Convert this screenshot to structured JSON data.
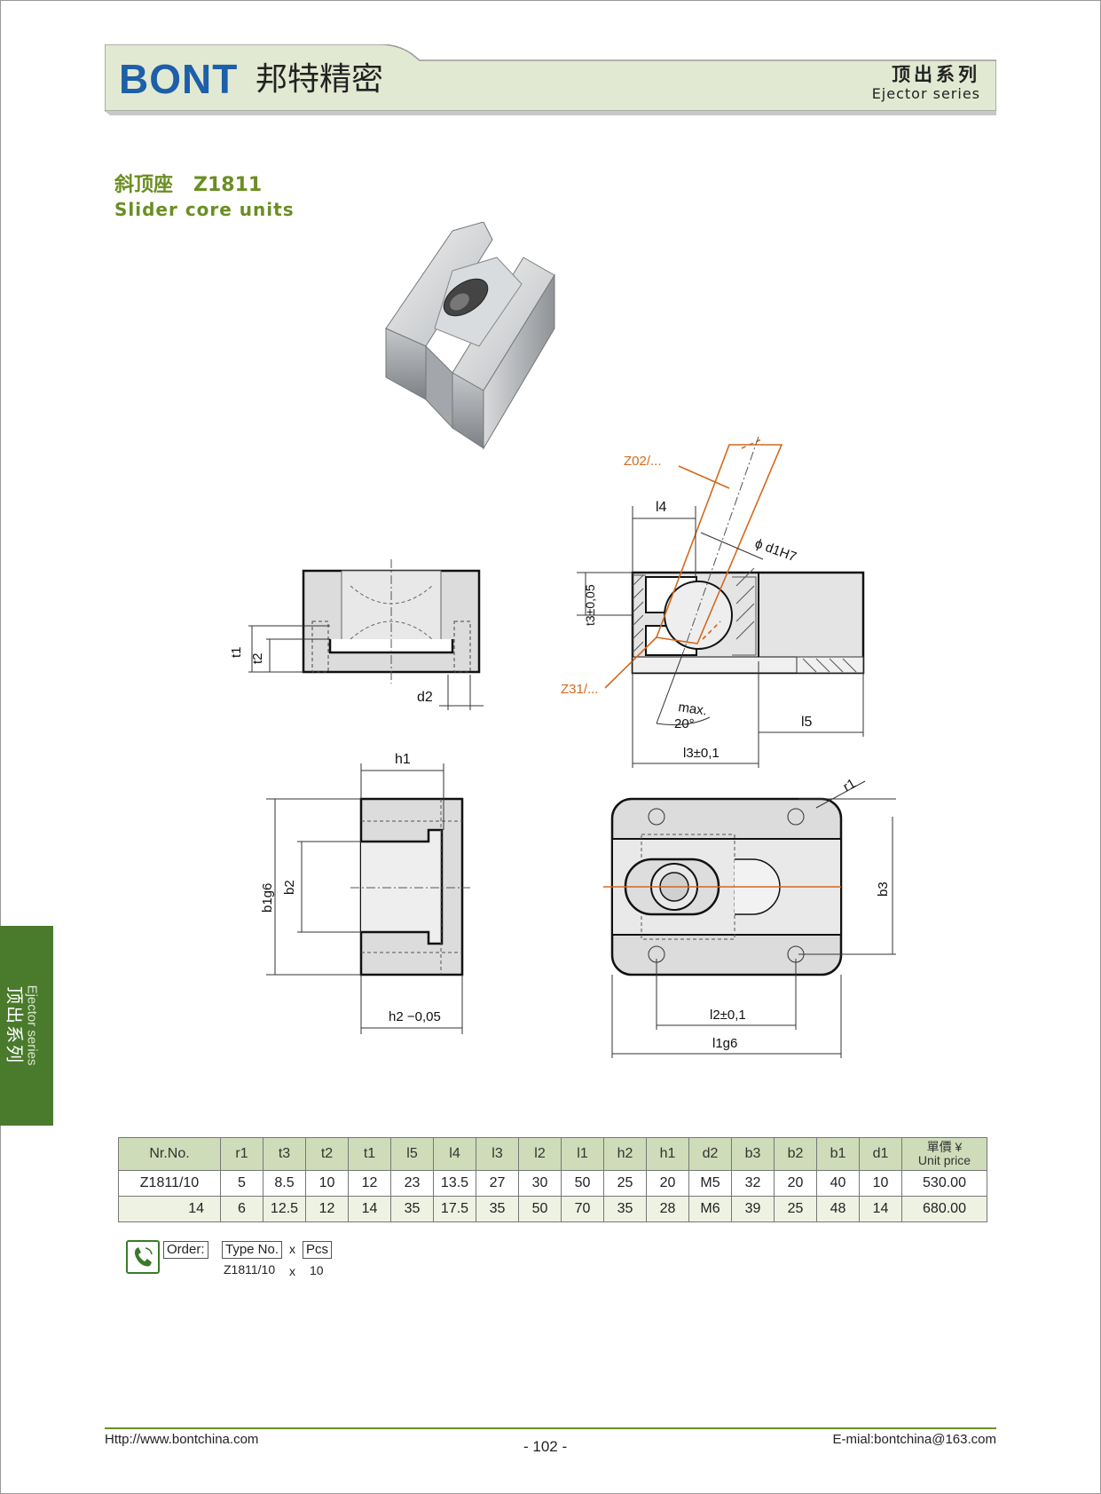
{
  "header": {
    "logo_text": "BONT",
    "brand_cn": "邦特精密",
    "series_cn": "顶出系列",
    "series_en": "Ejector series"
  },
  "product": {
    "title_cn": "斜顶座",
    "code": "Z1811",
    "title_en": "Slider core units"
  },
  "drawing_labels": {
    "z02": "Z02/...",
    "z31": "Z31/...",
    "l4": "l4",
    "d1h7": "ϕ d1H7",
    "t3": "t3±0,05",
    "max": "max.",
    "angle": "20°",
    "l5": "l5",
    "l3": "l3±0,1",
    "t1": "t1",
    "t2": "t2",
    "d2": "d2",
    "h1": "h1",
    "b1g6": "b1g6",
    "b2": "b2",
    "h2": "h2 −0,05",
    "r1": "r1",
    "b3": "b3",
    "l2": "l2±0,1",
    "l1g6": "l1g6"
  },
  "side_tab": {
    "cn": "顶出系列",
    "en": "Ejector series"
  },
  "table": {
    "headers": [
      "Nr.No.",
      "r1",
      "t3",
      "t2",
      "t1",
      "l5",
      "l4",
      "l3",
      "l2",
      "l1",
      "h2",
      "h1",
      "d2",
      "b3",
      "b2",
      "b1",
      "d1"
    ],
    "price_header_cn": "單價 ¥",
    "price_header_en": "Unit price",
    "rows": [
      [
        "Z1811/10",
        "5",
        "8.5",
        "10",
        "12",
        "23",
        "13.5",
        "27",
        "30",
        "50",
        "25",
        "20",
        "M5",
        "32",
        "20",
        "40",
        "10",
        "530.00"
      ],
      [
        "14",
        "6",
        "12.5",
        "12",
        "14",
        "35",
        "17.5",
        "35",
        "50",
        "70",
        "35",
        "28",
        "M6",
        "39",
        "25",
        "48",
        "14",
        "680.00"
      ]
    ]
  },
  "order": {
    "label": "Order:",
    "type_label": "Type No.",
    "times": "x",
    "pcs_label": "Pcs",
    "example_type": "Z1811/10",
    "example_qty": "10"
  },
  "footer": {
    "website": "Http://www.bontchina.com",
    "page": "- 102 -",
    "email": "E-mial:bontchina@163.com"
  },
  "colors": {
    "header_band": "#e2e9d2",
    "accent_green": "#6b8e23",
    "logo_blue": "#1d5fa8",
    "drawing_orange": "#d2691e",
    "table_header": "#cfdcb9"
  }
}
